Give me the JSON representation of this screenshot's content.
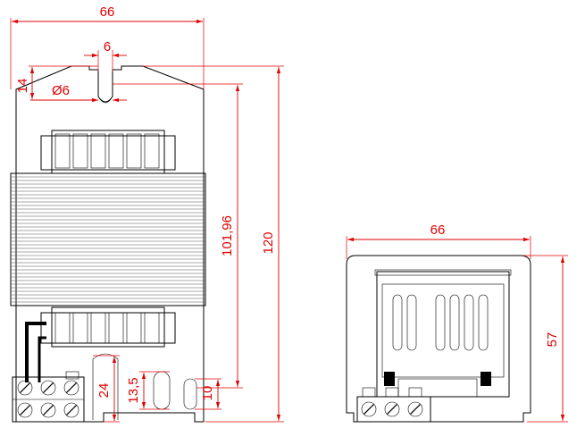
{
  "drawing": {
    "front_view": {
      "width_dim": "66",
      "slot_width_dim": "6",
      "hole_dim": "Ø6",
      "top_offset_dim": "14",
      "hole_span_dim": "101,96",
      "height_dim": "120",
      "bottom_offset_dim": "24",
      "slot_height_dim": "13,5",
      "slot_offset_dim": "10"
    },
    "side_view": {
      "width_dim": "66",
      "height_dim": "57"
    }
  },
  "colors": {
    "dimension": "#e00000",
    "outline": "#000000"
  }
}
